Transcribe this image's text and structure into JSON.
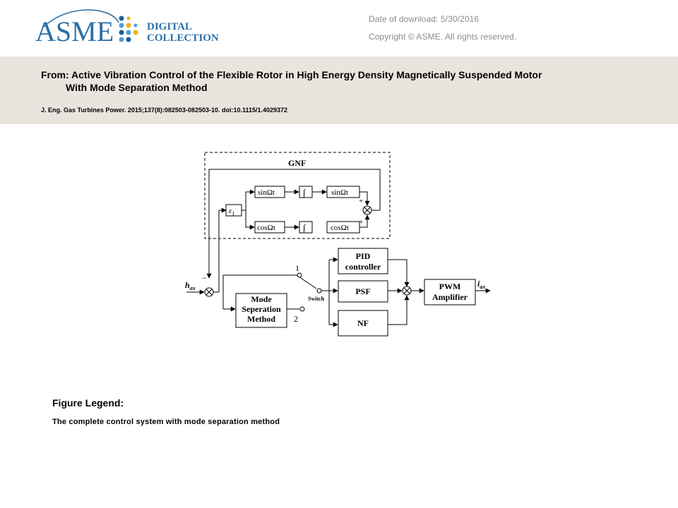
{
  "header": {
    "logo": {
      "wordmark": "ASME",
      "tagline_line1": "DIGITAL",
      "tagline_line2": "COLLECTION",
      "brand_color": "#2b6fa8",
      "dots_colors": [
        "#1c5e98",
        "#4f9fd6",
        "#f3b21b"
      ]
    },
    "date_of_download": "Date of download:  5/30/2016",
    "copyright": "Copyright © ASME. All rights reserved."
  },
  "article": {
    "from_line1": "From: Active Vibration Control of the Flexible Rotor in High Energy Density Magnetically Suspended Motor",
    "from_line2": "With Mode Separation Method",
    "citation": "J. Eng. Gas Turbines Power. 2015;137(8):082503-082503-10. doi:10.1115/1.4029372",
    "band_color": "#e9e5de"
  },
  "diagram": {
    "gnf_label": "GNF",
    "epsilon_label": "ε",
    "epsilon_sub": "1",
    "sin_label": "sinΩt",
    "cos_label": "cosΩt",
    "integral_symbol": "∫",
    "plus_sign": "+",
    "minus_sign": "−",
    "input_label": "h",
    "input_sub": "ax",
    "output_label": "i",
    "output_sub": "ax",
    "mode_sep_line1": "Mode",
    "mode_sep_line2": "Seperation",
    "mode_sep_line3": "Method",
    "switch_label": "Switch",
    "switch_pos1": "1",
    "switch_pos2": "2",
    "pid_line1": "PID",
    "pid_line2": "controller",
    "psf_label": "PSF",
    "nf_label": "NF",
    "pwm_line1": "PWM",
    "pwm_line2": "Amplifier"
  },
  "legend": {
    "title": "Figure Legend:",
    "text": "The complete control system with mode separation method"
  }
}
